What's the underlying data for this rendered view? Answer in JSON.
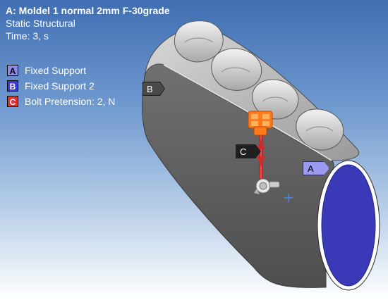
{
  "header": {
    "title": "A: Moldel 1 normal 2mm F-30grade",
    "analysis_type": "Static Structural",
    "time": "Time: 3, s"
  },
  "legend": [
    {
      "key": "A",
      "label": "Fixed Support"
    },
    {
      "key": "B",
      "label": "Fixed Support 2"
    },
    {
      "key": "C",
      "label": "Bolt Pretension: 2, N"
    }
  ],
  "tags": {
    "a": "A",
    "b": "B",
    "c": "C"
  },
  "colors": {
    "fixed_support": "#8b8be8",
    "fixed_support_2": "#3c3cd2",
    "bolt_pretension": "#e03434",
    "background_top": "#3f6eb2",
    "model_gray": "#6e6e6e"
  },
  "icons": [
    "origin-cross-icon",
    "bracket-icon",
    "screw-icon"
  ]
}
